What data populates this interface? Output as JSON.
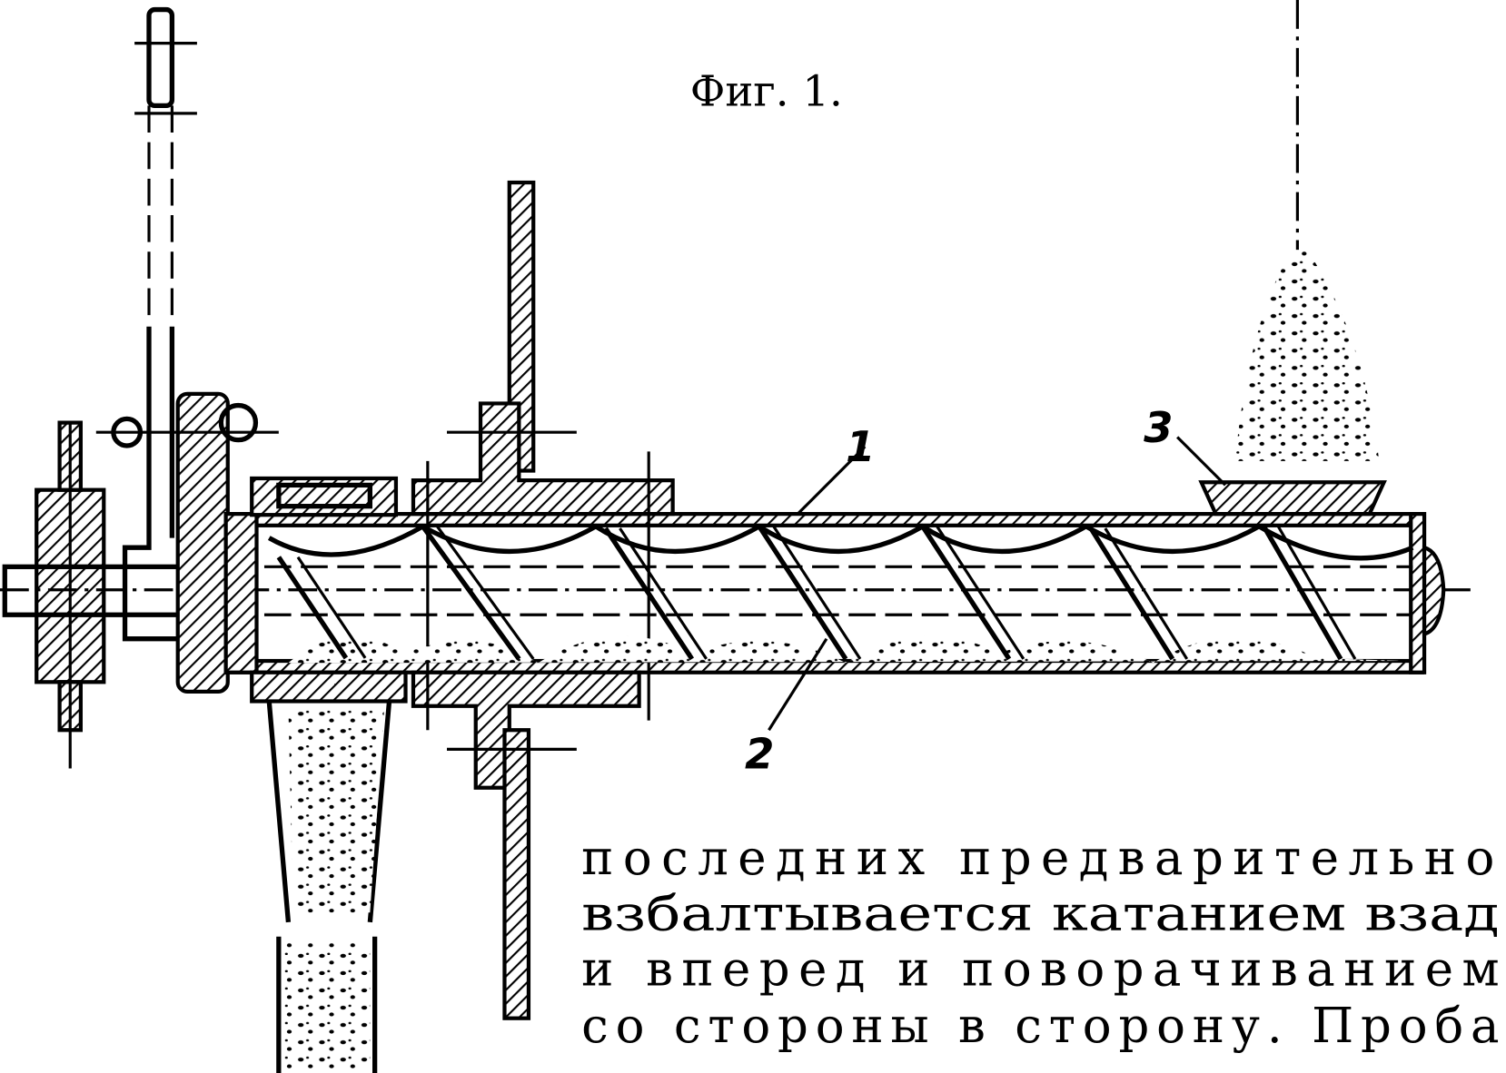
{
  "figure": {
    "caption": "Фиг. 1.",
    "labels": {
      "part1": "1",
      "part2": "2",
      "part3": "3"
    }
  },
  "text": {
    "lines": [
      "последних предварительно",
      "взбалтывается катанием взад",
      "и вперед и поворачиванием",
      "со стороны в сторону. Проба"
    ]
  }
}
